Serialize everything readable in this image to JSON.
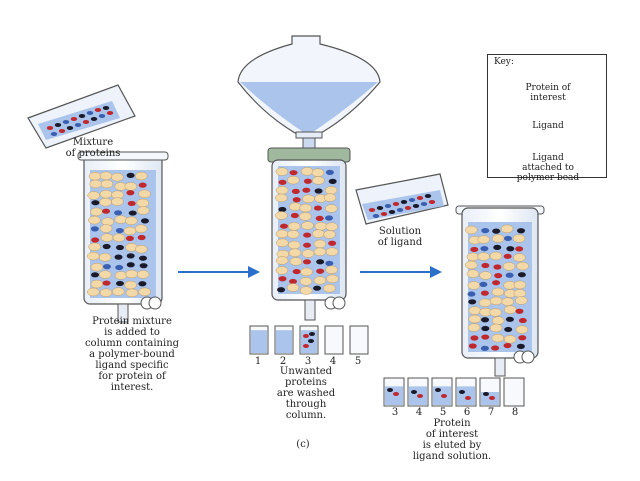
{
  "labels": {
    "step1_beaker": [
      "Mixture",
      "of proteins"
    ],
    "step1_caption": [
      "Protein mixture",
      "is added to",
      "column containing",
      "a polymer-bound",
      "ligand specific",
      "for protein of",
      "interest."
    ],
    "step2_caption": [
      "Unwanted",
      "proteins",
      "are washed",
      "through",
      "column."
    ],
    "step2_tubes": [
      "1",
      "2",
      "3",
      "4",
      "5"
    ],
    "step3_beaker": [
      "Solution",
      "of ligand"
    ],
    "step3_caption": [
      "Protein",
      "of interest",
      "is eluted by",
      "ligand solution."
    ],
    "step3_tubes": [
      "3",
      "4",
      "5",
      "6",
      "7",
      "8"
    ],
    "panel": "(c)"
  },
  "key": {
    "title": "Key:",
    "protein": [
      "Protein of",
      "interest"
    ],
    "ligand": "Ligand",
    "bead": [
      "Ligand",
      "attached to",
      "polymer bead"
    ]
  },
  "colors": {
    "liquid": "#aac4ec",
    "bead": "#f4d9a8",
    "protein": "#c0282e",
    "ligand": "#1a1a2a",
    "arrow": "#2a6fc9",
    "funnel": "#c7d9f2"
  }
}
